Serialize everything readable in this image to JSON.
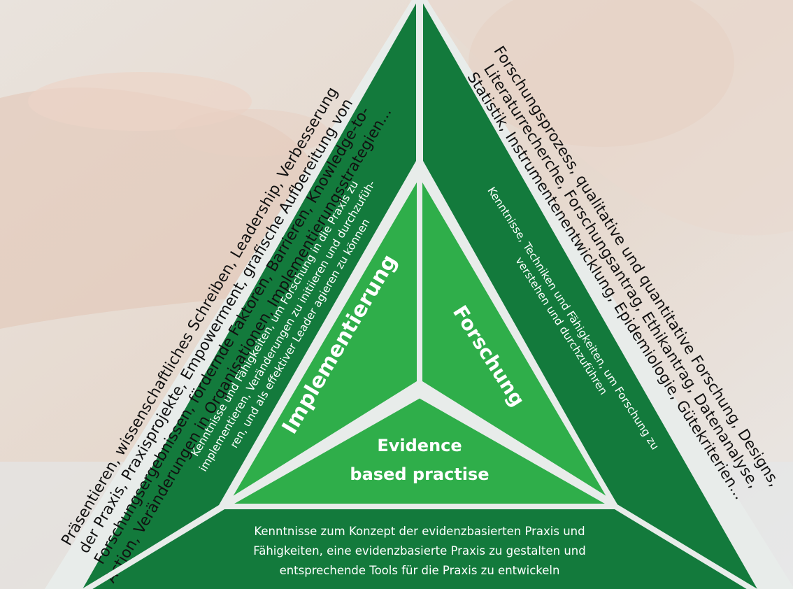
{
  "center": {
    "line1": "Evidence",
    "line2": "based practise"
  },
  "left_section": {
    "label": "Implementierung",
    "inner_lines": [
      "Kenntnisse und Fähigkeiten, um Forschung in die Praxis zu",
      "implementieren, Veränderungen zu initiieren und durchzufüh-",
      "ren, und als effektiver Leader agieren zu können"
    ],
    "outer_lines": [
      "Präsentieren, wissenschaftliches Schreiben, Leadership, Verbesserung",
      "der Praxis, Praxisprojekte, Empowerment, grafische Aufbereitung von",
      "Forschungsergebnissen, fördernde Faktoren, Barrieren, Knowledge-to-",
      "Action, Veränderungen in Organisationen, Implementierungsstrategien..."
    ]
  },
  "right_section": {
    "label": "Forschung",
    "inner_lines": [
      "Kenntnisse, Techniken und Fähigkeiten, um Forschung zu",
      "verstehen und durchzuführen"
    ],
    "outer_lines": [
      "Forschungsprozess, qualitative und quantitative Forschung, Designs,",
      "Literaturrecherche, Forschungsantrag, Ethikantrag, Datenanalyse,",
      "Statistik, Instrumentenentwicklung, Epidemiologie, Gütekriterien..."
    ]
  },
  "bottom_section": {
    "lines": [
      "Kenntnisse zum Konzept der evidenzbasierten Praxis und",
      "Fähigkeiten, eine evidenzbasierte Praxis zu gestalten und",
      "entsprechende Tools für die Praxis zu entwickeln"
    ]
  },
  "colors": {
    "dark_green": "#137a3c",
    "light_green": "#2fae4a",
    "separator": "#e8ecea",
    "background": "#ece6e0"
  }
}
